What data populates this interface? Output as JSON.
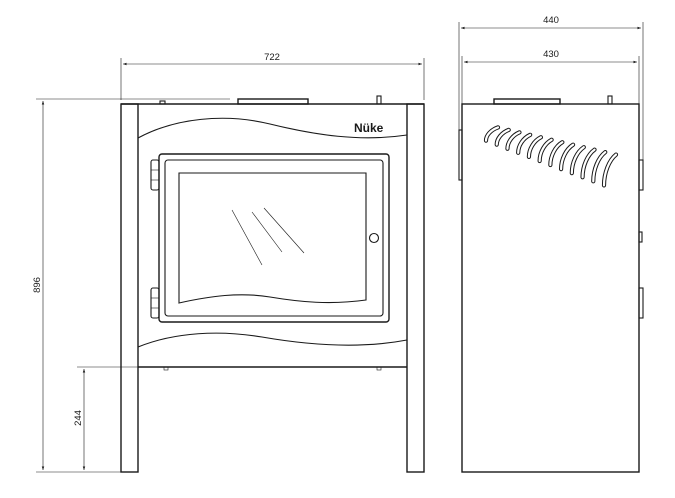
{
  "dimensions": {
    "front_width": "722",
    "total_height": "896",
    "leg_height": "244",
    "side_depth_outer": "440",
    "side_depth_inner": "430"
  },
  "logo": {
    "text": "Nüke"
  }
}
